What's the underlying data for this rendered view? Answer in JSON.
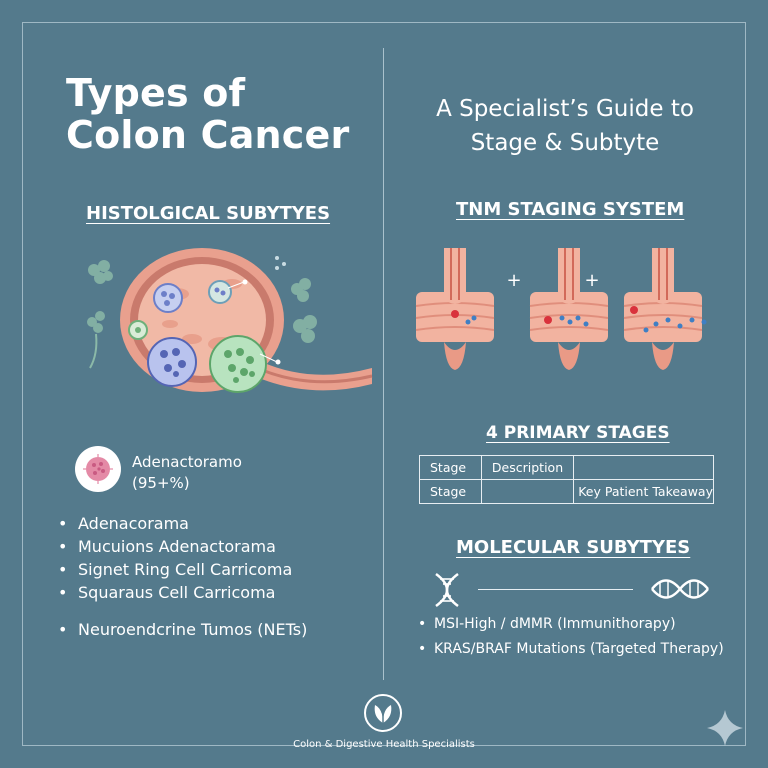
{
  "header": {
    "title_line1": "Types of",
    "title_line2": "Colon Cancer",
    "subtitle_line1": "A Specialist’s Guide to",
    "subtitle_line2": "Stage & Subtyte"
  },
  "histological": {
    "heading": "HISTOLGICAL SUBYTYES",
    "featured": {
      "name": "Adenactoramo",
      "percent": "(95+%)"
    },
    "items": [
      "Adenacorama",
      "Mucuions Adenactorama",
      "Signet Ring Cell Carricoma",
      "Squaraus Cell Carricoma",
      "Neuroendcrine Tumos (NETs)"
    ]
  },
  "tnm": {
    "heading": "TNM STAGING SYSTEM",
    "plus": "+"
  },
  "stages": {
    "heading": "4 PRIMARY STAGES",
    "rows": [
      [
        "Stage",
        "Description",
        ""
      ],
      [
        "Stage",
        "",
        "Key Patient Takeaway"
      ]
    ]
  },
  "molecular": {
    "heading": "MOLECULAR SUBYTYES",
    "items": [
      "MSI-High / dMMR (Immunithorapy)",
      "KRAS/BRAF Mutations (Targeted Therapy)"
    ]
  },
  "footer": {
    "text": "Colon & Digestive Health Specialists"
  },
  "colors": {
    "background": "#547a8c",
    "tissue": "#e9a08e",
    "cell_blue": "#6d7fc8",
    "cell_green": "#8fcfa0"
  }
}
